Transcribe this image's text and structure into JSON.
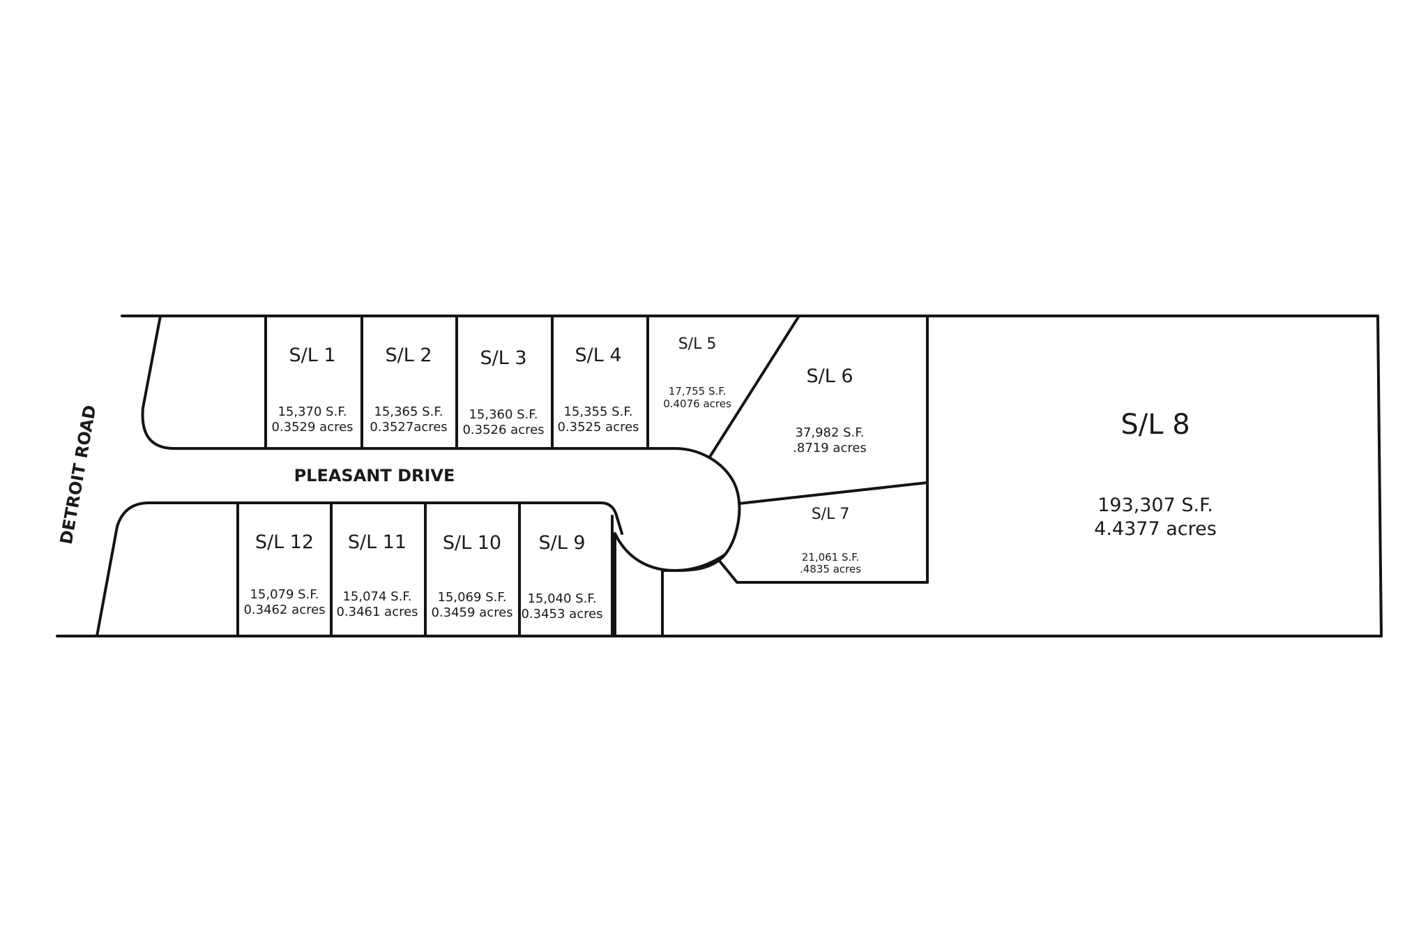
{
  "roads": {
    "west": "DETROIT ROAD",
    "interior": "PLEASANT DRIVE"
  },
  "lots": {
    "sl1": {
      "name": "S/L 1",
      "sqft": "15,370 S.F.",
      "acres": "0.3529 acres"
    },
    "sl2": {
      "name": "S/L 2",
      "sqft": "15,365 S.F.",
      "acres": "0.3527acres"
    },
    "sl3": {
      "name": "S/L 3",
      "sqft": "15,360 S.F.",
      "acres": "0.3526 acres"
    },
    "sl4": {
      "name": "S/L 4",
      "sqft": "15,355 S.F.",
      "acres": "0.3525 acres"
    },
    "sl5": {
      "name": "S/L 5",
      "sqft": "17,755 S.F.",
      "acres": "0.4076 acres"
    },
    "sl6": {
      "name": "S/L 6",
      "sqft": "37,982 S.F.",
      "acres": ".8719 acres"
    },
    "sl7": {
      "name": "S/L 7",
      "sqft": "21,061 S.F.",
      "acres": ".4835 acres"
    },
    "sl8": {
      "name": "S/L 8",
      "sqft": "193,307 S.F.",
      "acres": "4.4377 acres"
    },
    "sl9": {
      "name": "S/L 9",
      "sqft": "15,040 S.F.",
      "acres": "0.3453 acres"
    },
    "sl10": {
      "name": "S/L 10",
      "sqft": "15,069 S.F.",
      "acres": "0.3459 acres"
    },
    "sl11": {
      "name": "S/L 11",
      "sqft": "15,074 S.F.",
      "acres": "0.3461 acres"
    },
    "sl12": {
      "name": "S/L 12",
      "sqft": "15,079 S.F.",
      "acres": "0.3462 acres"
    }
  },
  "colors": {
    "line": "#141414",
    "background": "#ffffff",
    "text": "#1a1a1a"
  }
}
